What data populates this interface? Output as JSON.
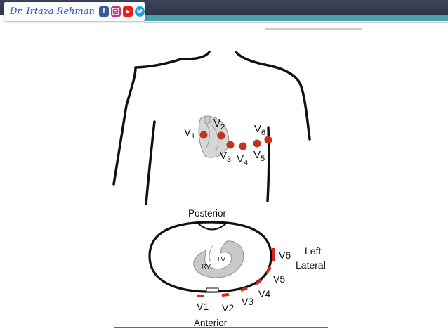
{
  "header": {
    "brand_text": "Dr. Irtaza Rehman",
    "icons": [
      "facebook-icon",
      "instagram-icon",
      "youtube-icon",
      "twitter-icon"
    ],
    "colors": {
      "band": "#353b4e",
      "accent": "#4aa0ad",
      "brand": "#2456b5",
      "facebook": "#3b5998",
      "instagram": "#c13584",
      "youtube": "#e62117",
      "twitter": "#1da1f2"
    }
  },
  "diagram": {
    "chest_leads": {
      "v1": {
        "main": "V",
        "sub": "1"
      },
      "v2": {
        "main": "V",
        "sub": "2"
      },
      "v3": {
        "main": "V",
        "sub": "3"
      },
      "v4": {
        "main": "V",
        "sub": "4"
      },
      "v5": {
        "main": "V",
        "sub": "5"
      },
      "v6": {
        "main": "V",
        "sub": "6"
      }
    },
    "electrode_color": "#c0341d",
    "cross_section": {
      "posterior": "Posterior",
      "anterior": "Anterior",
      "left": "Left",
      "lateral": "Lateral",
      "rv": "RV",
      "lv": "LV",
      "leads": [
        "V1",
        "V2",
        "V3",
        "V4",
        "V5",
        "V6"
      ],
      "lead_mark_color": "#d9241c"
    }
  }
}
